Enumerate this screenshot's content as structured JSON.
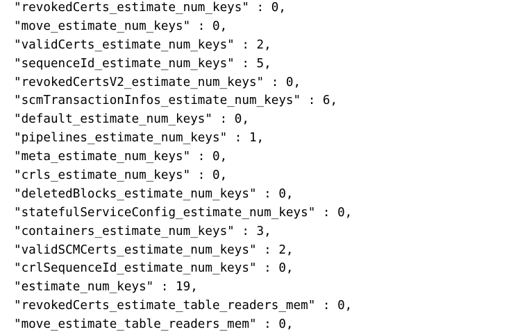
{
  "document": {
    "kind": "json-text-output",
    "background_color": "#ffffff",
    "text_color": "#000000",
    "total_visible_lines": 18,
    "last_line_clipped": true,
    "lines": [
      {
        "key": "revokedCerts_estimate_num_keys",
        "value": "0",
        "text": "\"revokedCerts_estimate_num_keys\" : 0,"
      },
      {
        "key": "move_estimate_num_keys",
        "value": "0",
        "text": "\"move_estimate_num_keys\" : 0,"
      },
      {
        "key": "validCerts_estimate_num_keys",
        "value": "2",
        "text": "\"validCerts_estimate_num_keys\" : 2,"
      },
      {
        "key": "sequenceId_estimate_num_keys",
        "value": "5",
        "text": "\"sequenceId_estimate_num_keys\" : 5,"
      },
      {
        "key": "revokedCertsV2_estimate_num_keys",
        "value": "0",
        "text": "\"revokedCertsV2_estimate_num_keys\" : 0,"
      },
      {
        "key": "scmTransactionInfos_estimate_num_keys",
        "value": "6",
        "text": "\"scmTransactionInfos_estimate_num_keys\" : 6,"
      },
      {
        "key": "default_estimate_num_keys",
        "value": "0",
        "text": "\"default_estimate_num_keys\" : 0,"
      },
      {
        "key": "pipelines_estimate_num_keys",
        "value": "1",
        "text": "\"pipelines_estimate_num_keys\" : 1,"
      },
      {
        "key": "meta_estimate_num_keys",
        "value": "0",
        "text": "\"meta_estimate_num_keys\" : 0,"
      },
      {
        "key": "crls_estimate_num_keys",
        "value": "0",
        "text": "\"crls_estimate_num_keys\" : 0,"
      },
      {
        "key": "deletedBlocks_estimate_num_keys",
        "value": "0",
        "text": "\"deletedBlocks_estimate_num_keys\" : 0,"
      },
      {
        "key": "statefulServiceConfig_estimate_num_keys",
        "value": "0",
        "text": "\"statefulServiceConfig_estimate_num_keys\" : 0,"
      },
      {
        "key": "containers_estimate_num_keys",
        "value": "3",
        "text": "\"containers_estimate_num_keys\" : 3,"
      },
      {
        "key": "validSCMCerts_estimate_num_keys",
        "value": "2",
        "text": "\"validSCMCerts_estimate_num_keys\" : 2,"
      },
      {
        "key": "crlSequenceId_estimate_num_keys",
        "value": "0",
        "text": "\"crlSequenceId_estimate_num_keys\" : 0,"
      },
      {
        "key": "estimate_num_keys",
        "value": "19",
        "text": "\"estimate_num_keys\" : 19,"
      },
      {
        "key": "revokedCerts_estimate_table_readers_mem",
        "value": "0",
        "text": "\"revokedCerts_estimate_table_readers_mem\" : 0,"
      },
      {
        "key": "move_estimate_table_readers_mem",
        "value": "0",
        "text": "\"move_estimate_table_readers_mem\" : 0,"
      }
    ]
  }
}
